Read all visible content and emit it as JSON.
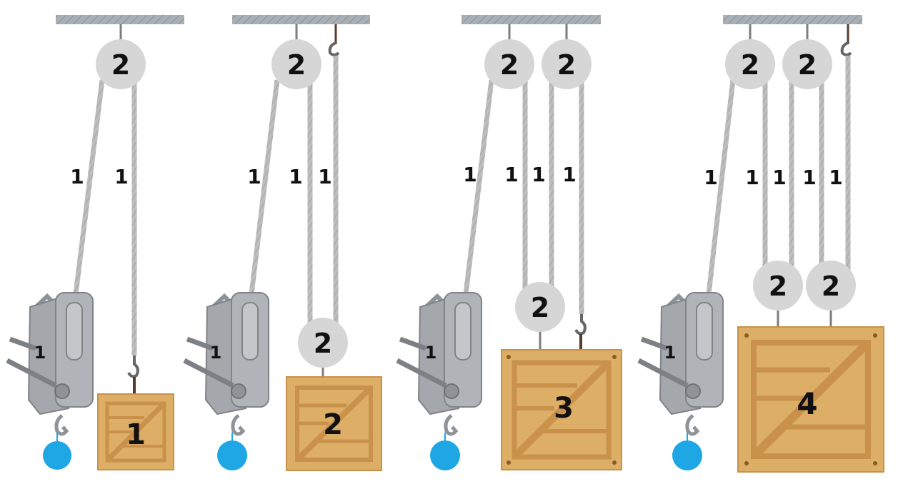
{
  "colors": {
    "ceiling": "#a9b0b5",
    "pulley": "#d6d6d6",
    "rope": "#b9b9b9",
    "crate": "#dcae66",
    "crate_plank": "#c9914a",
    "hoist": "#a4a8ad",
    "hook": "#6b6b6b",
    "ball": "#1ea7e4",
    "strap": "#5a3a28"
  },
  "panels": [
    {
      "pulley_labels": [
        "2"
      ],
      "rope_labels": [
        "1",
        "1"
      ],
      "hoist_label": "1",
      "crate_label": "1"
    },
    {
      "pulley_labels": [
        "2",
        "2"
      ],
      "rope_labels": [
        "1",
        "1",
        "1"
      ],
      "hoist_label": "1",
      "crate_label": "2"
    },
    {
      "pulley_labels": [
        "2",
        "2",
        "2"
      ],
      "rope_labels": [
        "1",
        "1",
        "1",
        "1"
      ],
      "hoist_label": "1",
      "crate_label": "3"
    },
    {
      "pulley_labels": [
        "2",
        "2",
        "2",
        "2"
      ],
      "rope_labels": [
        "1",
        "1",
        "1",
        "1",
        "1"
      ],
      "hoist_label": "1",
      "crate_label": "4"
    }
  ]
}
